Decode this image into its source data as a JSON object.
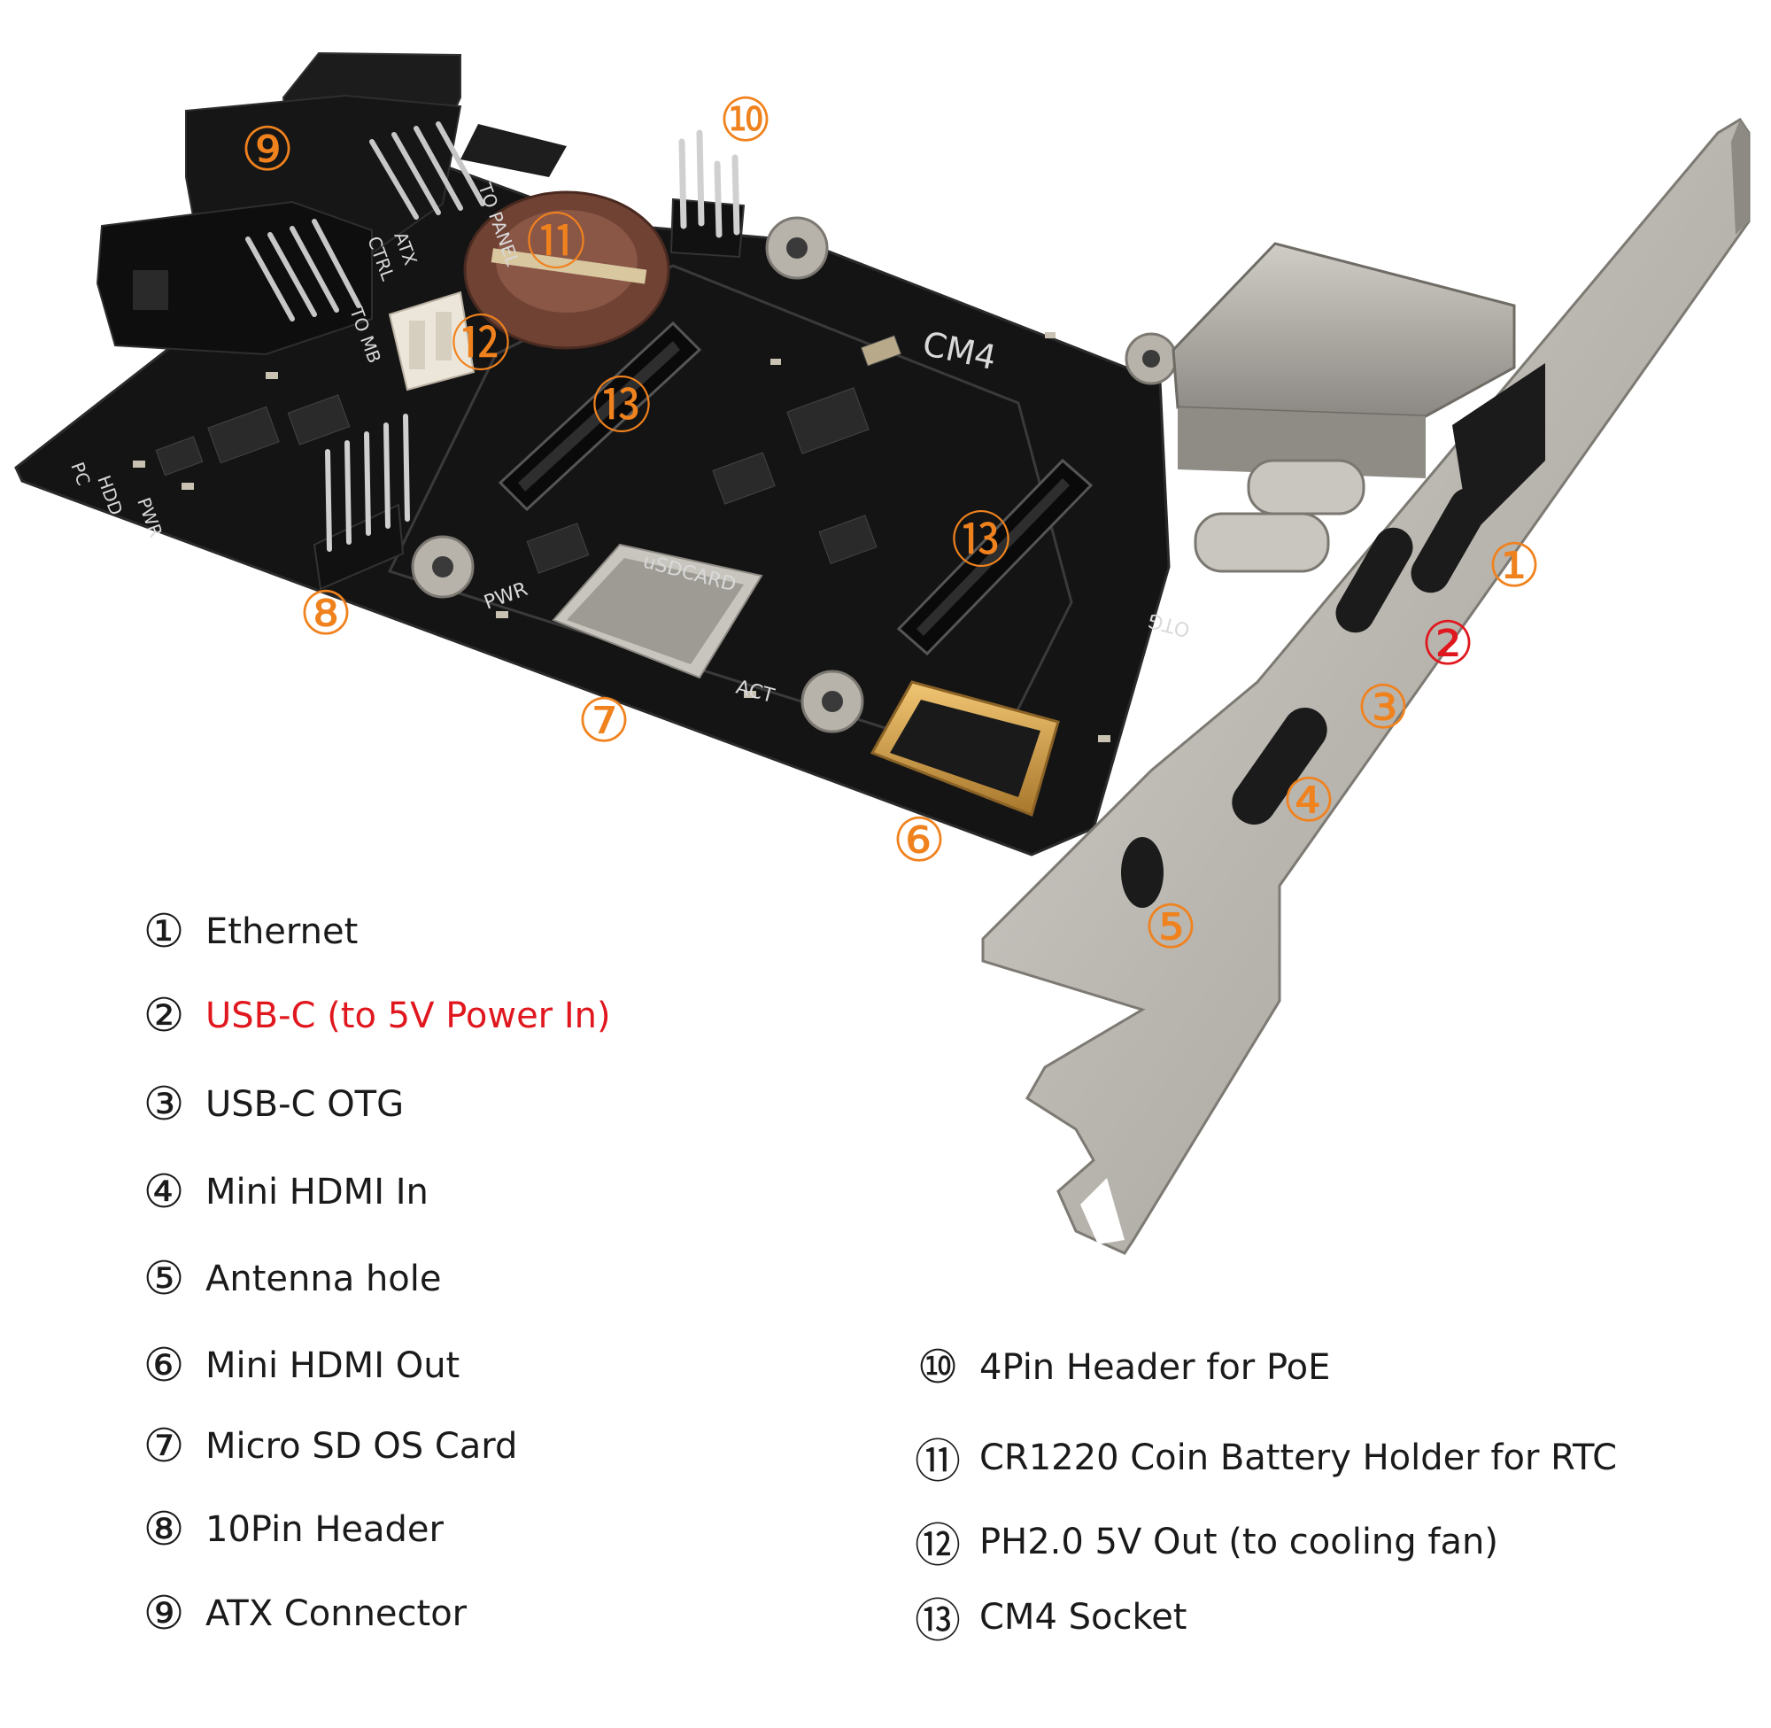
{
  "colors": {
    "callout": "#f0821e",
    "callout_highlight": "#e0171e",
    "text": "#1a1a1a",
    "text_highlight": "#e0171e",
    "pcb": "#121212",
    "bracket": "#b8b4ae",
    "battery": "#7a4a3c",
    "hdmi_gold": "#d7a24a"
  },
  "board_labels": {
    "cm4": "CM4",
    "to_panel": "TO PANEL",
    "atx": "ATX",
    "ctrl": "CTRL",
    "to_mb": "TO MB",
    "pc": "PC",
    "hdd": "HDD",
    "pwr_header": "PWR",
    "pwr_led": "PWR",
    "usdcard": "uSDCARD",
    "act": "ACT",
    "otg": "OTG"
  },
  "callouts": [
    {
      "key": "ethernet",
      "symbol": "①",
      "highlight": false
    },
    {
      "key": "usb-c-power",
      "symbol": "②",
      "highlight": true
    },
    {
      "key": "usb-c-otg",
      "symbol": "③",
      "highlight": false
    },
    {
      "key": "mini-hdmi-in",
      "symbol": "④",
      "highlight": false
    },
    {
      "key": "antenna-hole",
      "symbol": "⑤",
      "highlight": false
    },
    {
      "key": "mini-hdmi-out",
      "symbol": "⑥",
      "highlight": false
    },
    {
      "key": "micro-sd",
      "symbol": "⑦",
      "highlight": false
    },
    {
      "key": "10pin-header",
      "symbol": "⑧",
      "highlight": false
    },
    {
      "key": "atx-connector",
      "symbol": "⑨",
      "highlight": false
    },
    {
      "key": "4pin-header",
      "symbol": "⑩",
      "highlight": false
    },
    {
      "key": "battery-holder",
      "symbol": "⑪",
      "highlight": false
    },
    {
      "key": "ph2-out",
      "symbol": "⑫",
      "highlight": false
    },
    {
      "key": "cm4-socket-a",
      "symbol": "⑬",
      "highlight": false
    },
    {
      "key": "cm4-socket-b",
      "symbol": "⑬",
      "highlight": false
    }
  ],
  "legend": [
    {
      "symbol": "①",
      "label": "Ethernet",
      "highlight": false
    },
    {
      "symbol": "②",
      "label": "USB-C (to 5V Power In)",
      "highlight": true
    },
    {
      "symbol": "③",
      "label": "USB-C OTG",
      "highlight": false
    },
    {
      "symbol": "④",
      "label": "Mini HDMI In",
      "highlight": false
    },
    {
      "symbol": "⑤",
      "label": "Antenna hole",
      "highlight": false
    },
    {
      "symbol": "⑥",
      "label": "Mini HDMI Out",
      "highlight": false
    },
    {
      "symbol": "⑦",
      "label": "Micro SD OS Card",
      "highlight": false
    },
    {
      "symbol": "⑧",
      "label": "10Pin Header",
      "highlight": false
    },
    {
      "symbol": "⑨",
      "label": "ATX Connector",
      "highlight": false
    },
    {
      "symbol": "⑩",
      "label": "4Pin Header for PoE",
      "highlight": false
    },
    {
      "symbol": "⑪",
      "label": "CR1220 Coin Battery Holder for RTC",
      "highlight": false
    },
    {
      "symbol": "⑫",
      "label": "PH2.0 5V Out (to cooling fan)",
      "highlight": false
    },
    {
      "symbol": "⑬",
      "label": "CM4 Socket",
      "highlight": false
    }
  ]
}
